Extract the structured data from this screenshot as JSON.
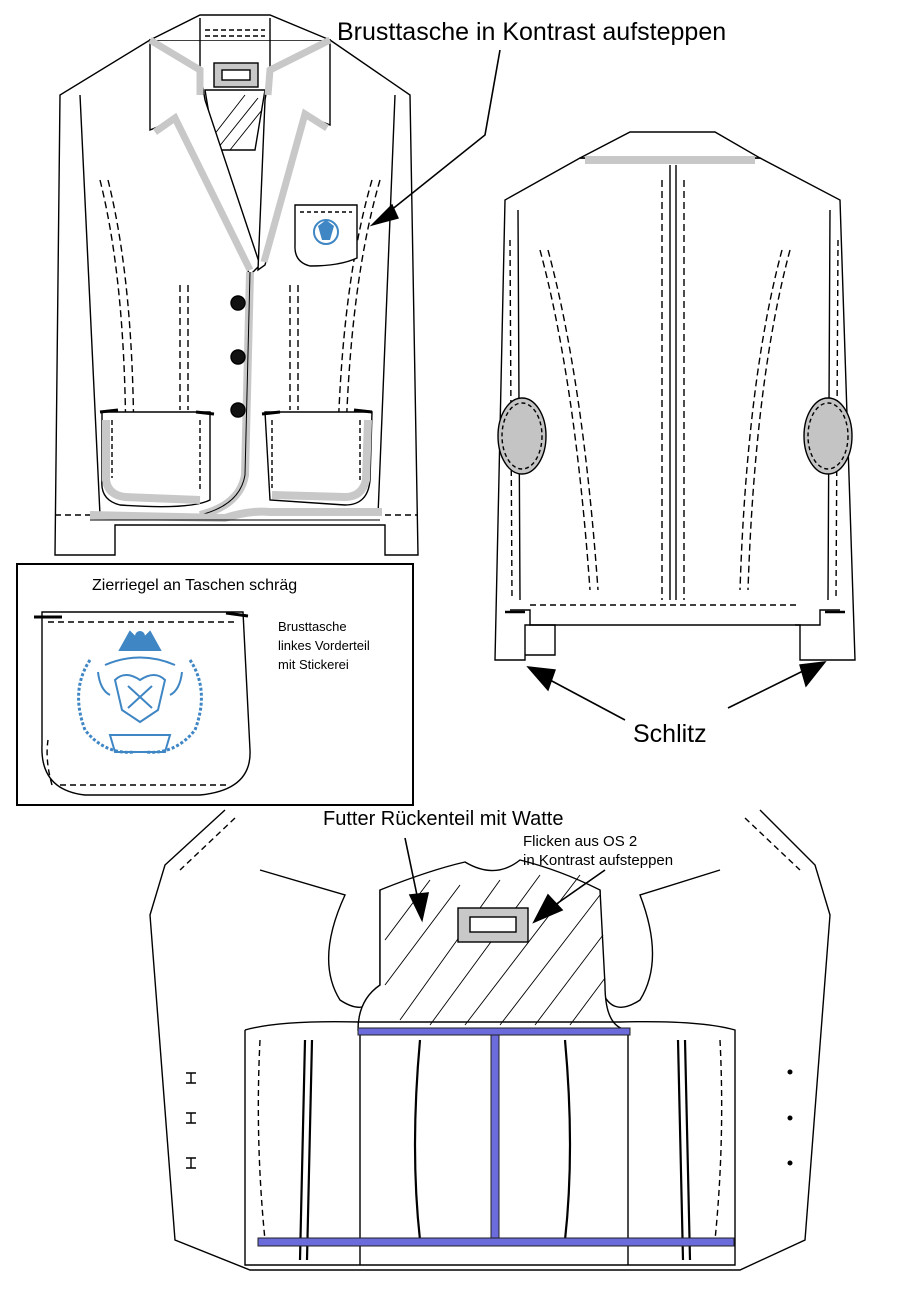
{
  "annotations": {
    "chest_pocket_contrast": "Brusttasche in Kontrast aufsteppen",
    "vent": "Schlitz",
    "lining_back": "Futter Rückenteil mit Watte",
    "patch_line1": "Flicken aus OS 2",
    "patch_line2": "in Kontrast aufsteppen"
  },
  "inset": {
    "title": "Zierriegel an Taschen schräg",
    "desc_line1": "Brusttasche",
    "desc_line2": "linkes Vorderteil",
    "desc_line3": "mit Stickerei"
  },
  "colors": {
    "contrast_trim": "#c8c8c8",
    "elbow_patch": "#c4c4c4",
    "embroidery": "#3f86c4",
    "lining_tape": "#6b6bdc",
    "line": "#000000"
  }
}
